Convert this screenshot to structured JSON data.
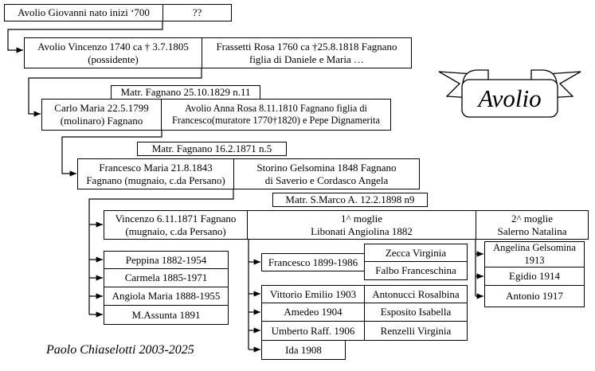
{
  "banner": {
    "title": "Avolio"
  },
  "footer": {
    "credit": "Paolo Chiaselotti 2003-2025"
  },
  "colors": {
    "line": "#000000",
    "background": "#ffffff",
    "box_border": "#000000"
  },
  "nodes": {
    "giovanni": {
      "text": "Avolio Giovanni nato inizi ‘700"
    },
    "unknown_spouse": {
      "text": "??"
    },
    "vincenzo_1740": {
      "line1": "Avolio Vincenzo 1740 ca † 3.7.1805",
      "line2": "(possidente)"
    },
    "frassetti_rosa": {
      "line1": "Frassetti Rosa 1760 ca †25.8.1818 Fagnano",
      "line2": "figlia di Daniele e Maria …"
    },
    "matr_1829": {
      "text": "Matr. Fagnano 25.10.1829 n.11"
    },
    "carlo_maria": {
      "line1": "Carlo Maria 22.5.1799",
      "line2": "(molinaro) Fagnano"
    },
    "anna_rosa": {
      "line1": "Avolio Anna Rosa 8.11.1810 Fagnano figlia di",
      "line2": "Francesco(muratore 1770†1820) e Pepe Dignamerita"
    },
    "matr_1871": {
      "text": "Matr. Fagnano 16.2.1871 n.5"
    },
    "francesco_maria": {
      "line1": "Francesco Maria 21.8.1843",
      "line2": "Fagnano (mugnaio, c.da Persano)"
    },
    "storino_gelsomina": {
      "line1": "Storino Gelsomina 1848 Fagnano",
      "line2": "di Saverio e Cordasco Angela"
    },
    "matr_1898": {
      "text": "Matr. S.Marco A. 12.2.1898 n9"
    },
    "vincenzo_1871": {
      "line1": "Vincenzo 6.11.1871 Fagnano",
      "line2": "(mugnaio, c.da Persano)"
    },
    "moglie1": {
      "line1": "1^ moglie",
      "line2": "Libonati Angiolina 1882"
    },
    "moglie2": {
      "line1": "2^ moglie",
      "line2": "Salerno Natalina"
    },
    "peppina": {
      "text": "Peppina 1882-1954"
    },
    "carmela": {
      "text": "Carmela 1885-1971"
    },
    "angiola": {
      "text": "Angiola Maria 1888-1955"
    },
    "massunta": {
      "text": "M.Assunta 1891"
    },
    "francesco_1899": {
      "text": "Francesco 1899-1986"
    },
    "zecca": {
      "text": "Zecca Virginia"
    },
    "falbo": {
      "text": "Falbo Franceschina"
    },
    "vittorio": {
      "text": "Vittorio Emilio 1903"
    },
    "antonucci": {
      "text": "Antonucci Rosalbina"
    },
    "amedeo": {
      "text": "Amedeo 1904"
    },
    "esposito": {
      "text": "Esposito Isabella"
    },
    "umberto": {
      "text": "Umberto Raff. 1906"
    },
    "renzelli": {
      "text": "Renzelli Virginia"
    },
    "ida": {
      "text": "Ida 1908"
    },
    "angelina": {
      "line1": "Angelina Gelsomina",
      "line2": "1913"
    },
    "egidio": {
      "text": "Egidio 1914"
    },
    "antonio": {
      "text": "Antonio 1917"
    }
  }
}
